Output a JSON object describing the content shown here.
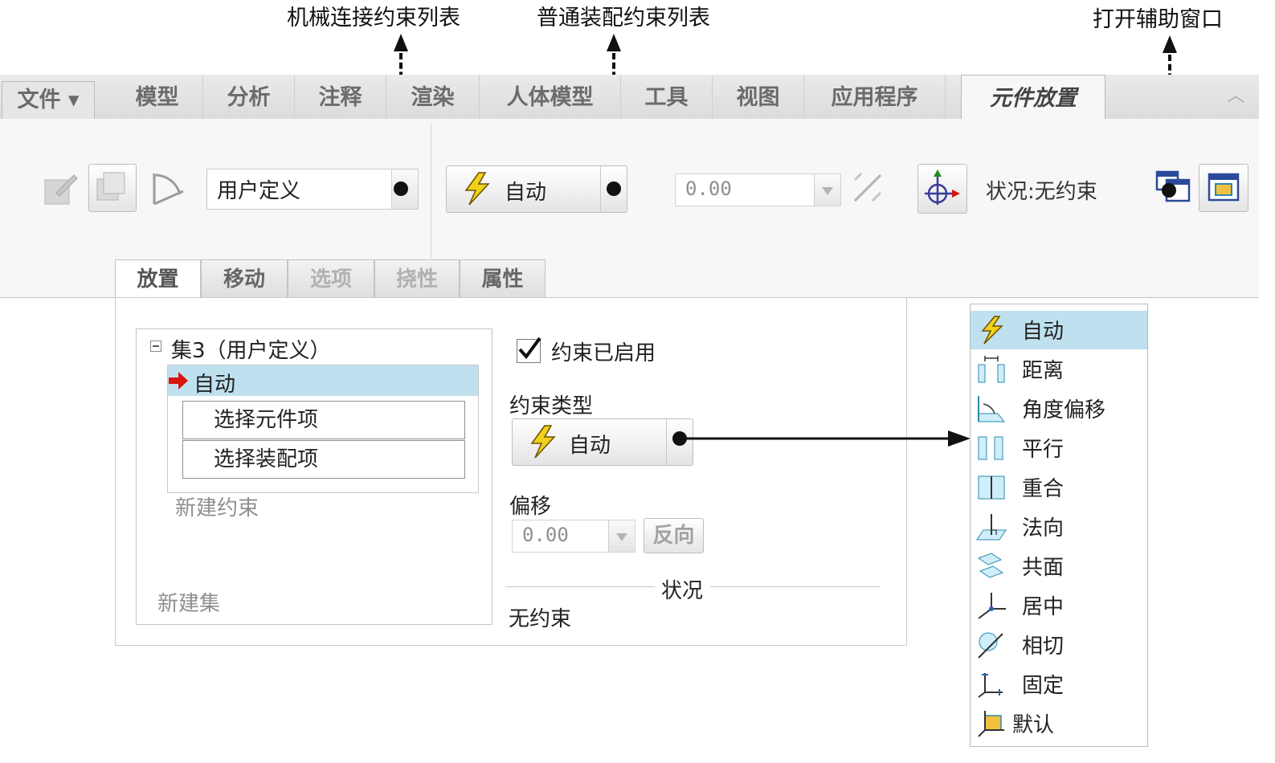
{
  "callouts": {
    "mech": "机械连接约束列表",
    "general": "普通装配约束列表",
    "aux": "打开辅助窗口"
  },
  "ribbon": {
    "tabs": [
      "文件 ▾",
      "模型",
      "分析",
      "注释",
      "渲染",
      "人体模型",
      "工具",
      "视图",
      "应用程序",
      "元件放置"
    ],
    "active_tab": "元件放置",
    "connection_type": "用户定义",
    "constraint_type": "自动",
    "offset_value": "0.00",
    "status": "状况:无约束"
  },
  "subtabs": [
    "放置",
    "移动",
    "选项",
    "挠性",
    "属性"
  ],
  "placement": {
    "set_label": "集3（用户定义）",
    "selected_constraint": "自动",
    "pick_component": "选择元件项",
    "pick_assembly": "选择装配项",
    "new_constraint": "新建约束",
    "new_set": "新建集",
    "enabled_label": "约束已启用",
    "enabled": true,
    "type_label": "约束类型",
    "type_value": "自动",
    "offset_label": "偏移",
    "offset_value": "0.00",
    "flip_button": "反向",
    "status_label": "状况",
    "status_value": "无约束"
  },
  "constraint_options": [
    {
      "label": "自动",
      "icon": "lightning-icon",
      "selected": true
    },
    {
      "label": "距离",
      "icon": "distance-icon"
    },
    {
      "label": "角度偏移",
      "icon": "angle-offset-icon"
    },
    {
      "label": "平行",
      "icon": "parallel-icon"
    },
    {
      "label": "重合",
      "icon": "coincident-icon"
    },
    {
      "label": "法向",
      "icon": "normal-icon"
    },
    {
      "label": "共面",
      "icon": "coplanar-icon"
    },
    {
      "label": "居中",
      "icon": "centered-icon"
    },
    {
      "label": "相切",
      "icon": "tangent-icon"
    },
    {
      "label": "固定",
      "icon": "fix-icon"
    },
    {
      "label": "默认",
      "icon": "default-icon"
    }
  ],
  "colors": {
    "selection": "#bfe0ef",
    "lightning": "#f2d11a",
    "arrow_red": "#d8140c"
  }
}
